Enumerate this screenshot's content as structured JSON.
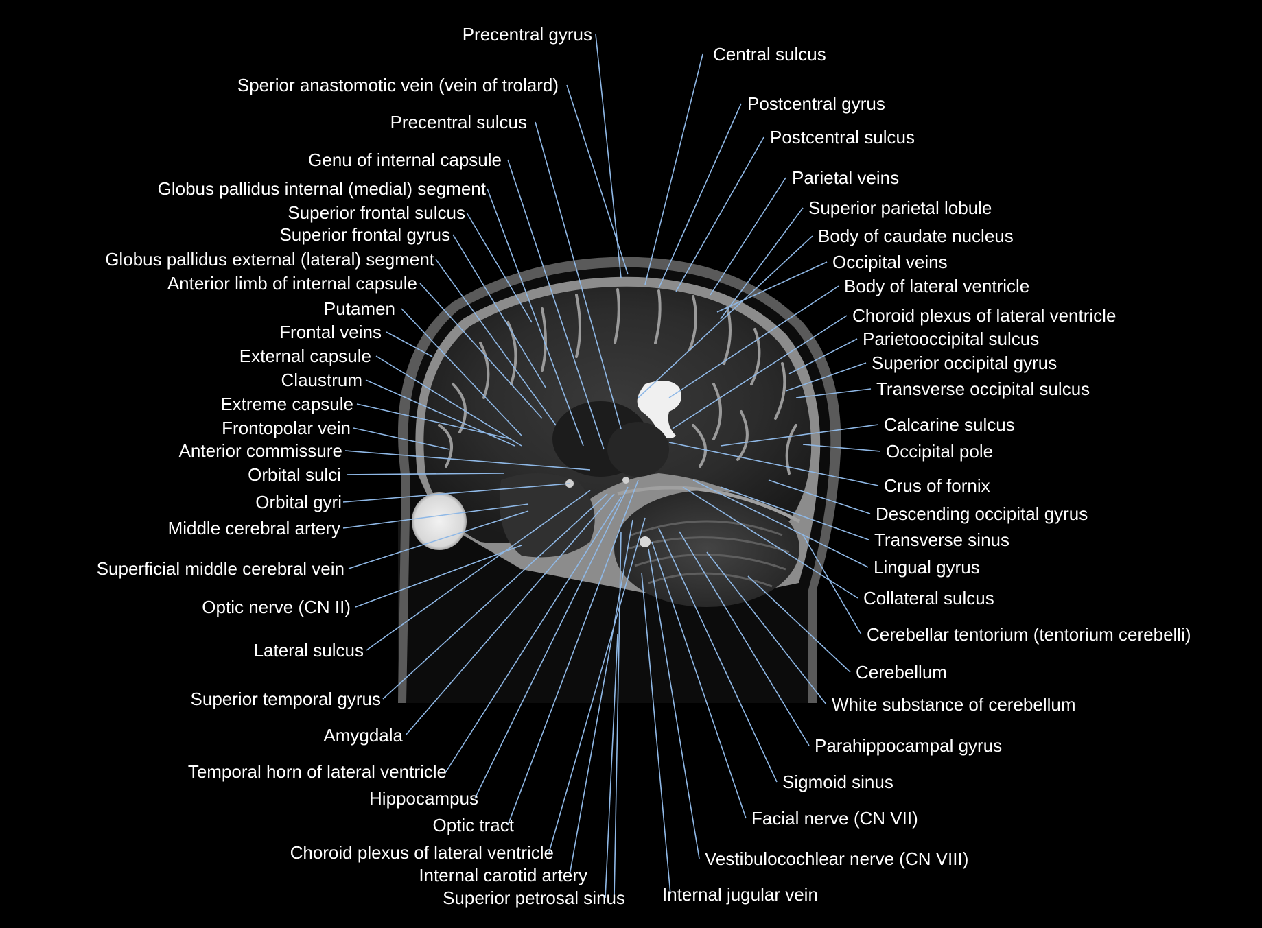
{
  "colors": {
    "background": "#000000",
    "label_text": "#ffffff",
    "leader_line": "#8fb8e6"
  },
  "labels": {
    "precentral_gyrus": "Precentral gyrus",
    "central_sulcus": "Central sulcus",
    "superior_anastomotic_vein": "Sperior anastomotic vein (vein of trolard)",
    "postcentral_gyrus": "Postcentral gyrus",
    "precentral_sulcus": "Precentral sulcus",
    "postcentral_sulcus": "Postcentral sulcus",
    "genu_internal_capsule": "Genu of internal capsule",
    "parietal_veins": "Parietal veins",
    "globus_pallidus_internal": "Globus pallidus internal (medial) segment",
    "superior_parietal_lobule": "Superior parietal lobule",
    "superior_frontal_sulcus": "Superior frontal sulcus",
    "body_caudate_nucleus": "Body of caudate nucleus",
    "superior_frontal_gyrus": "Superior frontal gyrus",
    "globus_pallidus_external": "Globus pallidus external (lateral) segment",
    "occipital_veins": "Occipital veins",
    "anterior_limb_internal_capsule": "Anterior limb of internal capsule",
    "body_lateral_ventricle": "Body of lateral ventricle",
    "putamen": "Putamen",
    "choroid_plexus_lateral_ventricle_upper": "Choroid plexus of lateral ventricle",
    "frontal_veins": "Frontal veins",
    "parietooccipital_sulcus": "Parietooccipital sulcus",
    "external_capsule": "External capsule",
    "superior_occipital_gyrus": "Superior occipital gyrus",
    "claustrum": "Claustrum",
    "transverse_occipital_sulcus": "Transverse occipital sulcus",
    "extreme_capsule": "Extreme capsule",
    "calcarine_sulcus": "Calcarine sulcus",
    "frontopolar_vein": "Frontopolar vein",
    "occipital_pole": "Occipital pole",
    "anterior_commissure": "Anterior commissure",
    "orbital_sulci": "Orbital sulci",
    "crus_of_fornix": "Crus of fornix",
    "orbital_gyri": "Orbital gyri",
    "descending_occipital_gyrus": "Descending occipital gyrus",
    "middle_cerebral_artery": "Middle cerebral artery",
    "transverse_sinus": "Transverse sinus",
    "lingual_gyrus": "Lingual gyrus",
    "superficial_middle_cerebral_vein": "Superficial middle cerebral vein",
    "collateral_sulcus": "Collateral sulcus",
    "optic_nerve": "Optic nerve (CN II)",
    "cerebellar_tentorium": "Cerebellar tentorium (tentorium cerebelli)",
    "lateral_sulcus": "Lateral sulcus",
    "cerebellum": "Cerebellum",
    "superior_temporal_gyrus": "Superior temporal gyrus",
    "white_substance_cerebellum": "White substance of cerebellum",
    "amygdala": "Amygdala",
    "parahippocampal_gyrus": "Parahippocampal gyrus",
    "temporal_horn_lateral_ventricle": "Temporal horn of lateral ventricle",
    "sigmoid_sinus": "Sigmoid sinus",
    "hippocampus": "Hippocampus",
    "facial_nerve": "Facial nerve (CN VII)",
    "optic_tract": "Optic tract",
    "choroid_plexus_lateral_ventricle_lower": "Choroid plexus of lateral ventricle",
    "vestibulocochlear_nerve": "Vestibulocochlear nerve (CN VIII)",
    "internal_carotid_artery": "Internal carotid artery",
    "internal_jugular_vein": "Internal jugular vein",
    "superior_petrosal_sinus": "Superior petrosal sinus"
  }
}
